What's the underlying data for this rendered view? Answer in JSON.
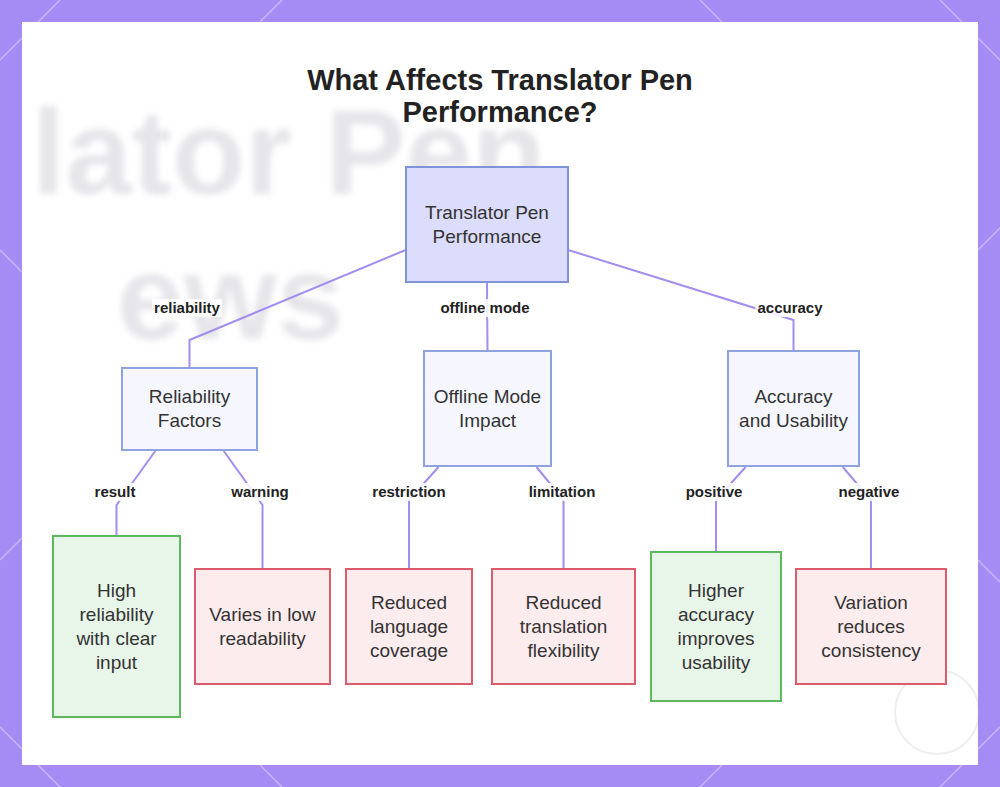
{
  "diagram": {
    "title": "What Affects Translator Pen Performance?",
    "nodes": [
      {
        "text": [
          "Translator Pen Performance"
        ]
      },
      {
        "text": [
          "Reliability Factors"
        ]
      },
      {
        "text": [
          "Offline Mode Impact"
        ]
      },
      {
        "text": [
          "Accuracy and Usability"
        ]
      },
      {
        "text": [
          "High reliability with clear input"
        ]
      },
      {
        "text": [
          "Varies in low readability"
        ]
      },
      {
        "text": [
          "Reduced language coverage"
        ]
      },
      {
        "text": [
          "Reduced translation flexibility"
        ]
      },
      {
        "text": [
          "Higher accuracy improves usability"
        ]
      },
      {
        "text": [
          "Variation reduces consistency"
        ]
      }
    ],
    "edges": [
      {
        "from": 0,
        "to": 1,
        "label": "reliability",
        "arrow": "none"
      },
      {
        "from": 0,
        "to": 2,
        "label": "offline mode",
        "arrow": "none"
      },
      {
        "from": 0,
        "to": 3,
        "label": "accuracy",
        "arrow": "none"
      },
      {
        "from": 1,
        "to": 4,
        "label": "result",
        "arrow": "none"
      },
      {
        "from": 1,
        "to": 5,
        "label": "warning",
        "arrow": "none"
      },
      {
        "from": 2,
        "to": 6,
        "label": "restriction",
        "arrow": "none"
      },
      {
        "from": 2,
        "to": 7,
        "label": "limitation",
        "arrow": "none"
      },
      {
        "from": 3,
        "to": 8,
        "label": "positive",
        "arrow": "none"
      },
      {
        "from": 3,
        "to": 9,
        "label": "negative",
        "arrow": "none"
      }
    ],
    "labels": [
      "lator Pen",
      "ews"
    ]
  }
}
